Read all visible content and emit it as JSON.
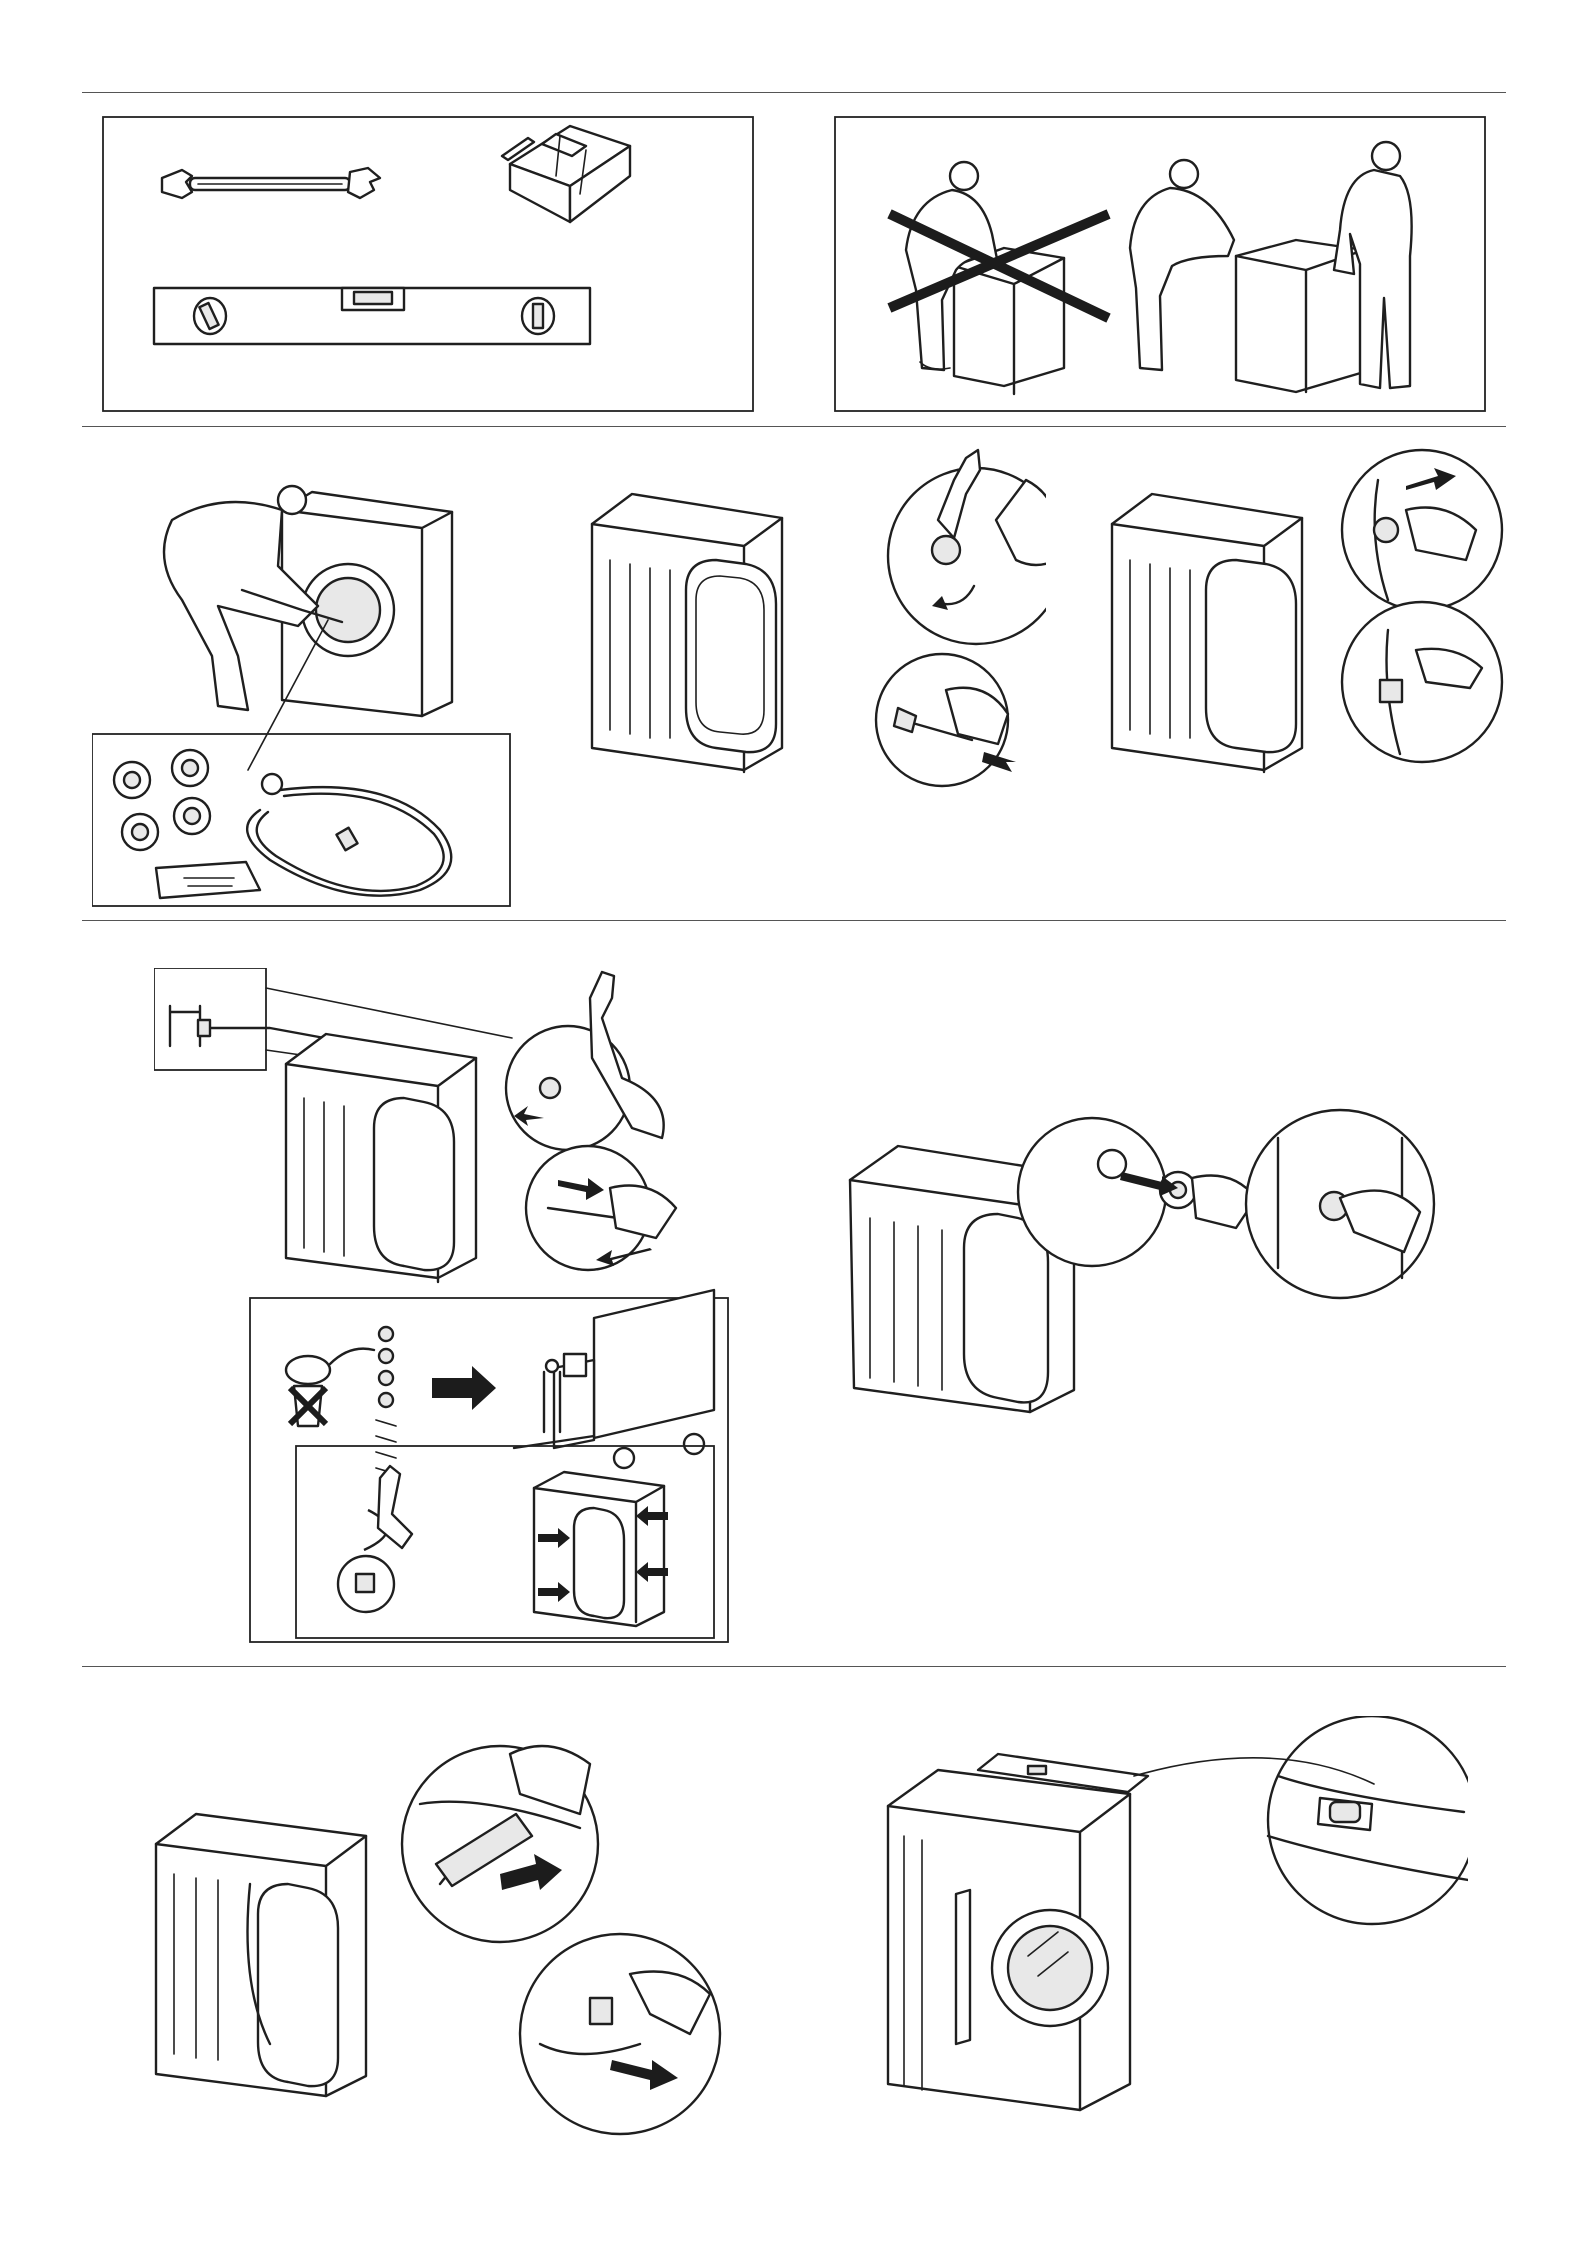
{
  "page": {
    "type": "installation-illustrations",
    "colors": {
      "line": "#1f1f1f",
      "background": "#ffffff",
      "divider": "#555555"
    }
  },
  "figures": [
    {
      "id": "tools",
      "icons": [
        "wrench-icon",
        "toolbox-icon",
        "spirit-level-icon"
      ]
    },
    {
      "id": "lifting",
      "icons": [
        "person-lifting-alone-icon",
        "cross-out-icon",
        "two-person-lift-icon"
      ]
    },
    {
      "id": "unpack-accessories",
      "icons": [
        "person-reaching-drum-icon",
        "plugs-icon",
        "inlet-hose-icon",
        "instruction-booklet-icon"
      ]
    },
    {
      "id": "loosen-transit-bolts",
      "icons": [
        "washer-back-icon",
        "spanner-detail-icon",
        "bolt-removal-icon"
      ]
    },
    {
      "id": "release-hose-clips",
      "icons": [
        "washer-back-icon",
        "clip-release-detail-icon"
      ]
    },
    {
      "id": "remove-transit-bolts",
      "icons": [
        "spacer-detail-icon",
        "spanner-detail-icon",
        "keep-bolts-icon",
        "truck-icon",
        "bolt-positions-icon"
      ]
    },
    {
      "id": "fit-cover-caps",
      "icons": [
        "washer-back-icon",
        "cover-cap-detail-icon"
      ]
    },
    {
      "id": "unclip-drain-hose",
      "icons": [
        "washer-back-icon",
        "hose-clip-detail-icon"
      ]
    },
    {
      "id": "level-machine",
      "icons": [
        "washer-front-icon",
        "spirit-level-icon",
        "bubble-detail-icon"
      ]
    }
  ]
}
